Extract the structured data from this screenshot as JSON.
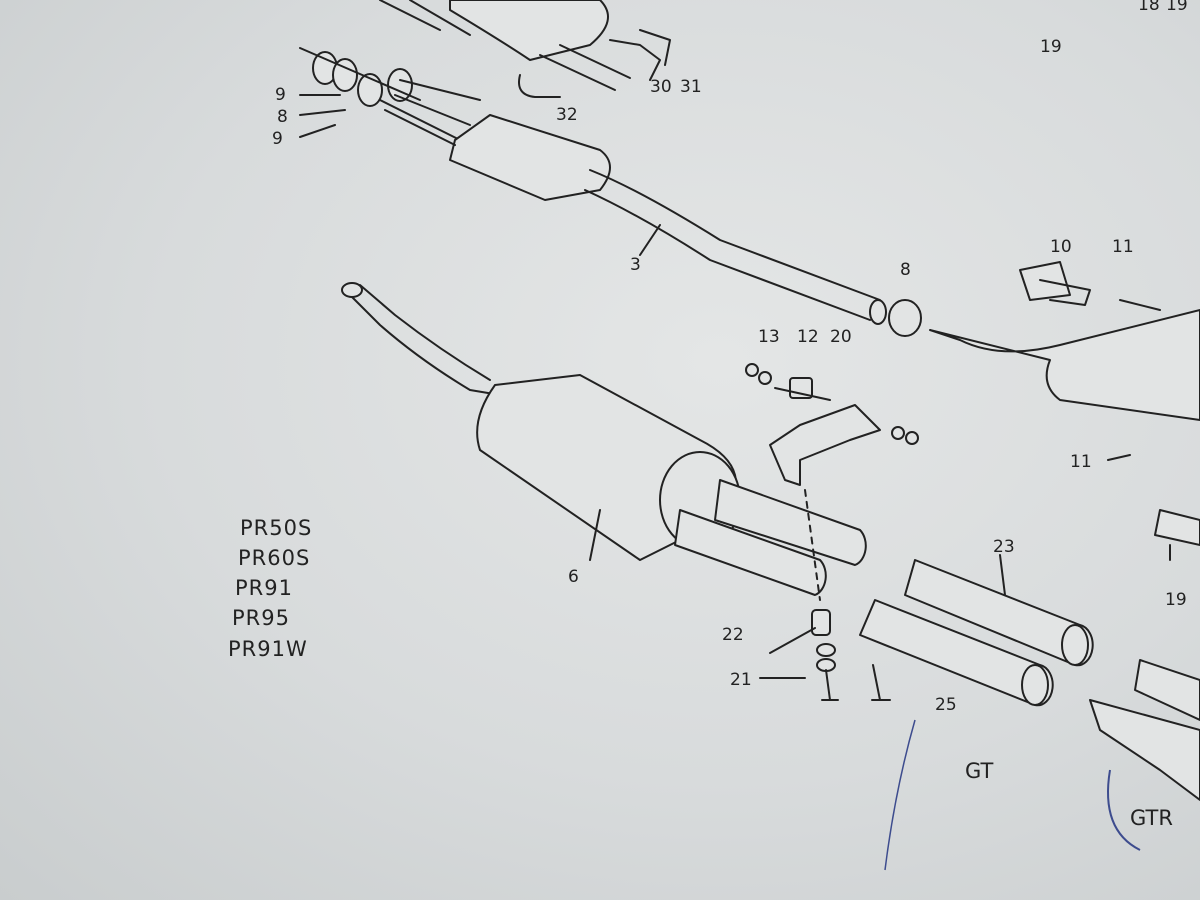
{
  "diagram": {
    "models": [
      "PR50S",
      "PR60S",
      "PR91",
      "PR95",
      "PR91W"
    ],
    "part_numbers": {
      "p9a": "9",
      "p8a": "8",
      "p9b": "9",
      "p30": "30",
      "p31": "31",
      "p32": "32",
      "p18": "18",
      "p19a": "19",
      "p19top": "19",
      "p3": "3",
      "p8b": "8",
      "p10": "10",
      "p11a": "11",
      "p13": "13",
      "p12": "12",
      "p20": "20",
      "p11b": "11",
      "p6": "6",
      "p22": "22",
      "p21": "21",
      "p25": "25",
      "p23": "23",
      "p19b": "19"
    },
    "grades": {
      "gt": "GT",
      "gtr": "GTR"
    }
  }
}
